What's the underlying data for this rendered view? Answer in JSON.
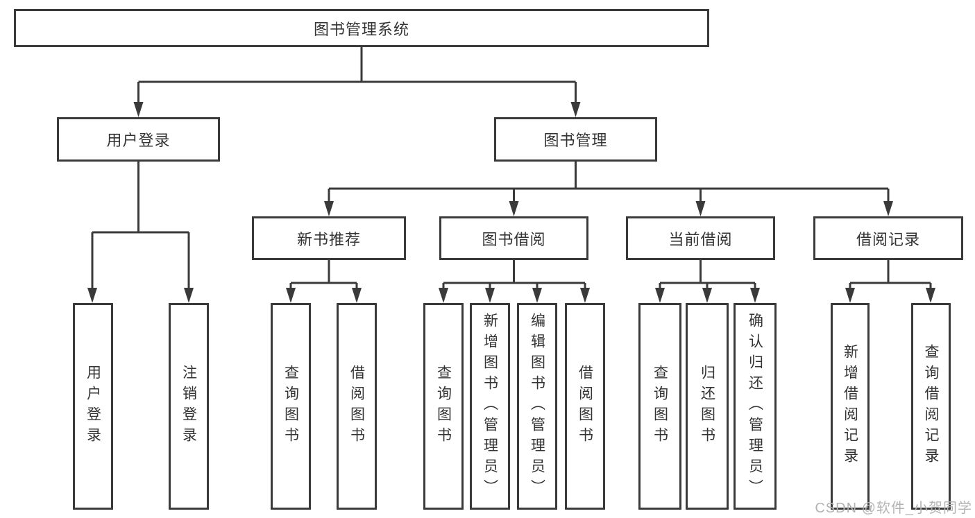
{
  "diagram": {
    "root": {
      "label": "图书管理系统"
    },
    "branches": [
      {
        "label": "用户登录",
        "children": [
          {
            "label": "用户登录"
          },
          {
            "label": "注销登录"
          }
        ]
      },
      {
        "label": "图书管理",
        "children": [
          {
            "label": "新书推荐",
            "children": [
              {
                "label": "查询图书"
              },
              {
                "label": "借阅图书"
              }
            ]
          },
          {
            "label": "图书借阅",
            "children": [
              {
                "label": "查询图书"
              },
              {
                "label": "新增图书（管理员）"
              },
              {
                "label": "编辑图书（管理员）"
              },
              {
                "label": "借阅图书"
              }
            ]
          },
          {
            "label": "当前借阅",
            "children": [
              {
                "label": "查询图书"
              },
              {
                "label": "归还图书"
              },
              {
                "label": "确认归还（管理员）"
              }
            ]
          },
          {
            "label": "借阅记录",
            "children": [
              {
                "label": "新增借阅记录"
              },
              {
                "label": "查询借阅记录"
              }
            ]
          }
        ]
      }
    ]
  },
  "watermark": {
    "text": "CSDN @软件_小贺同学",
    "color": "#b3b3b3"
  },
  "colors": {
    "line": "#3a3a3a",
    "text": "#333333",
    "background": "#ffffff"
  }
}
